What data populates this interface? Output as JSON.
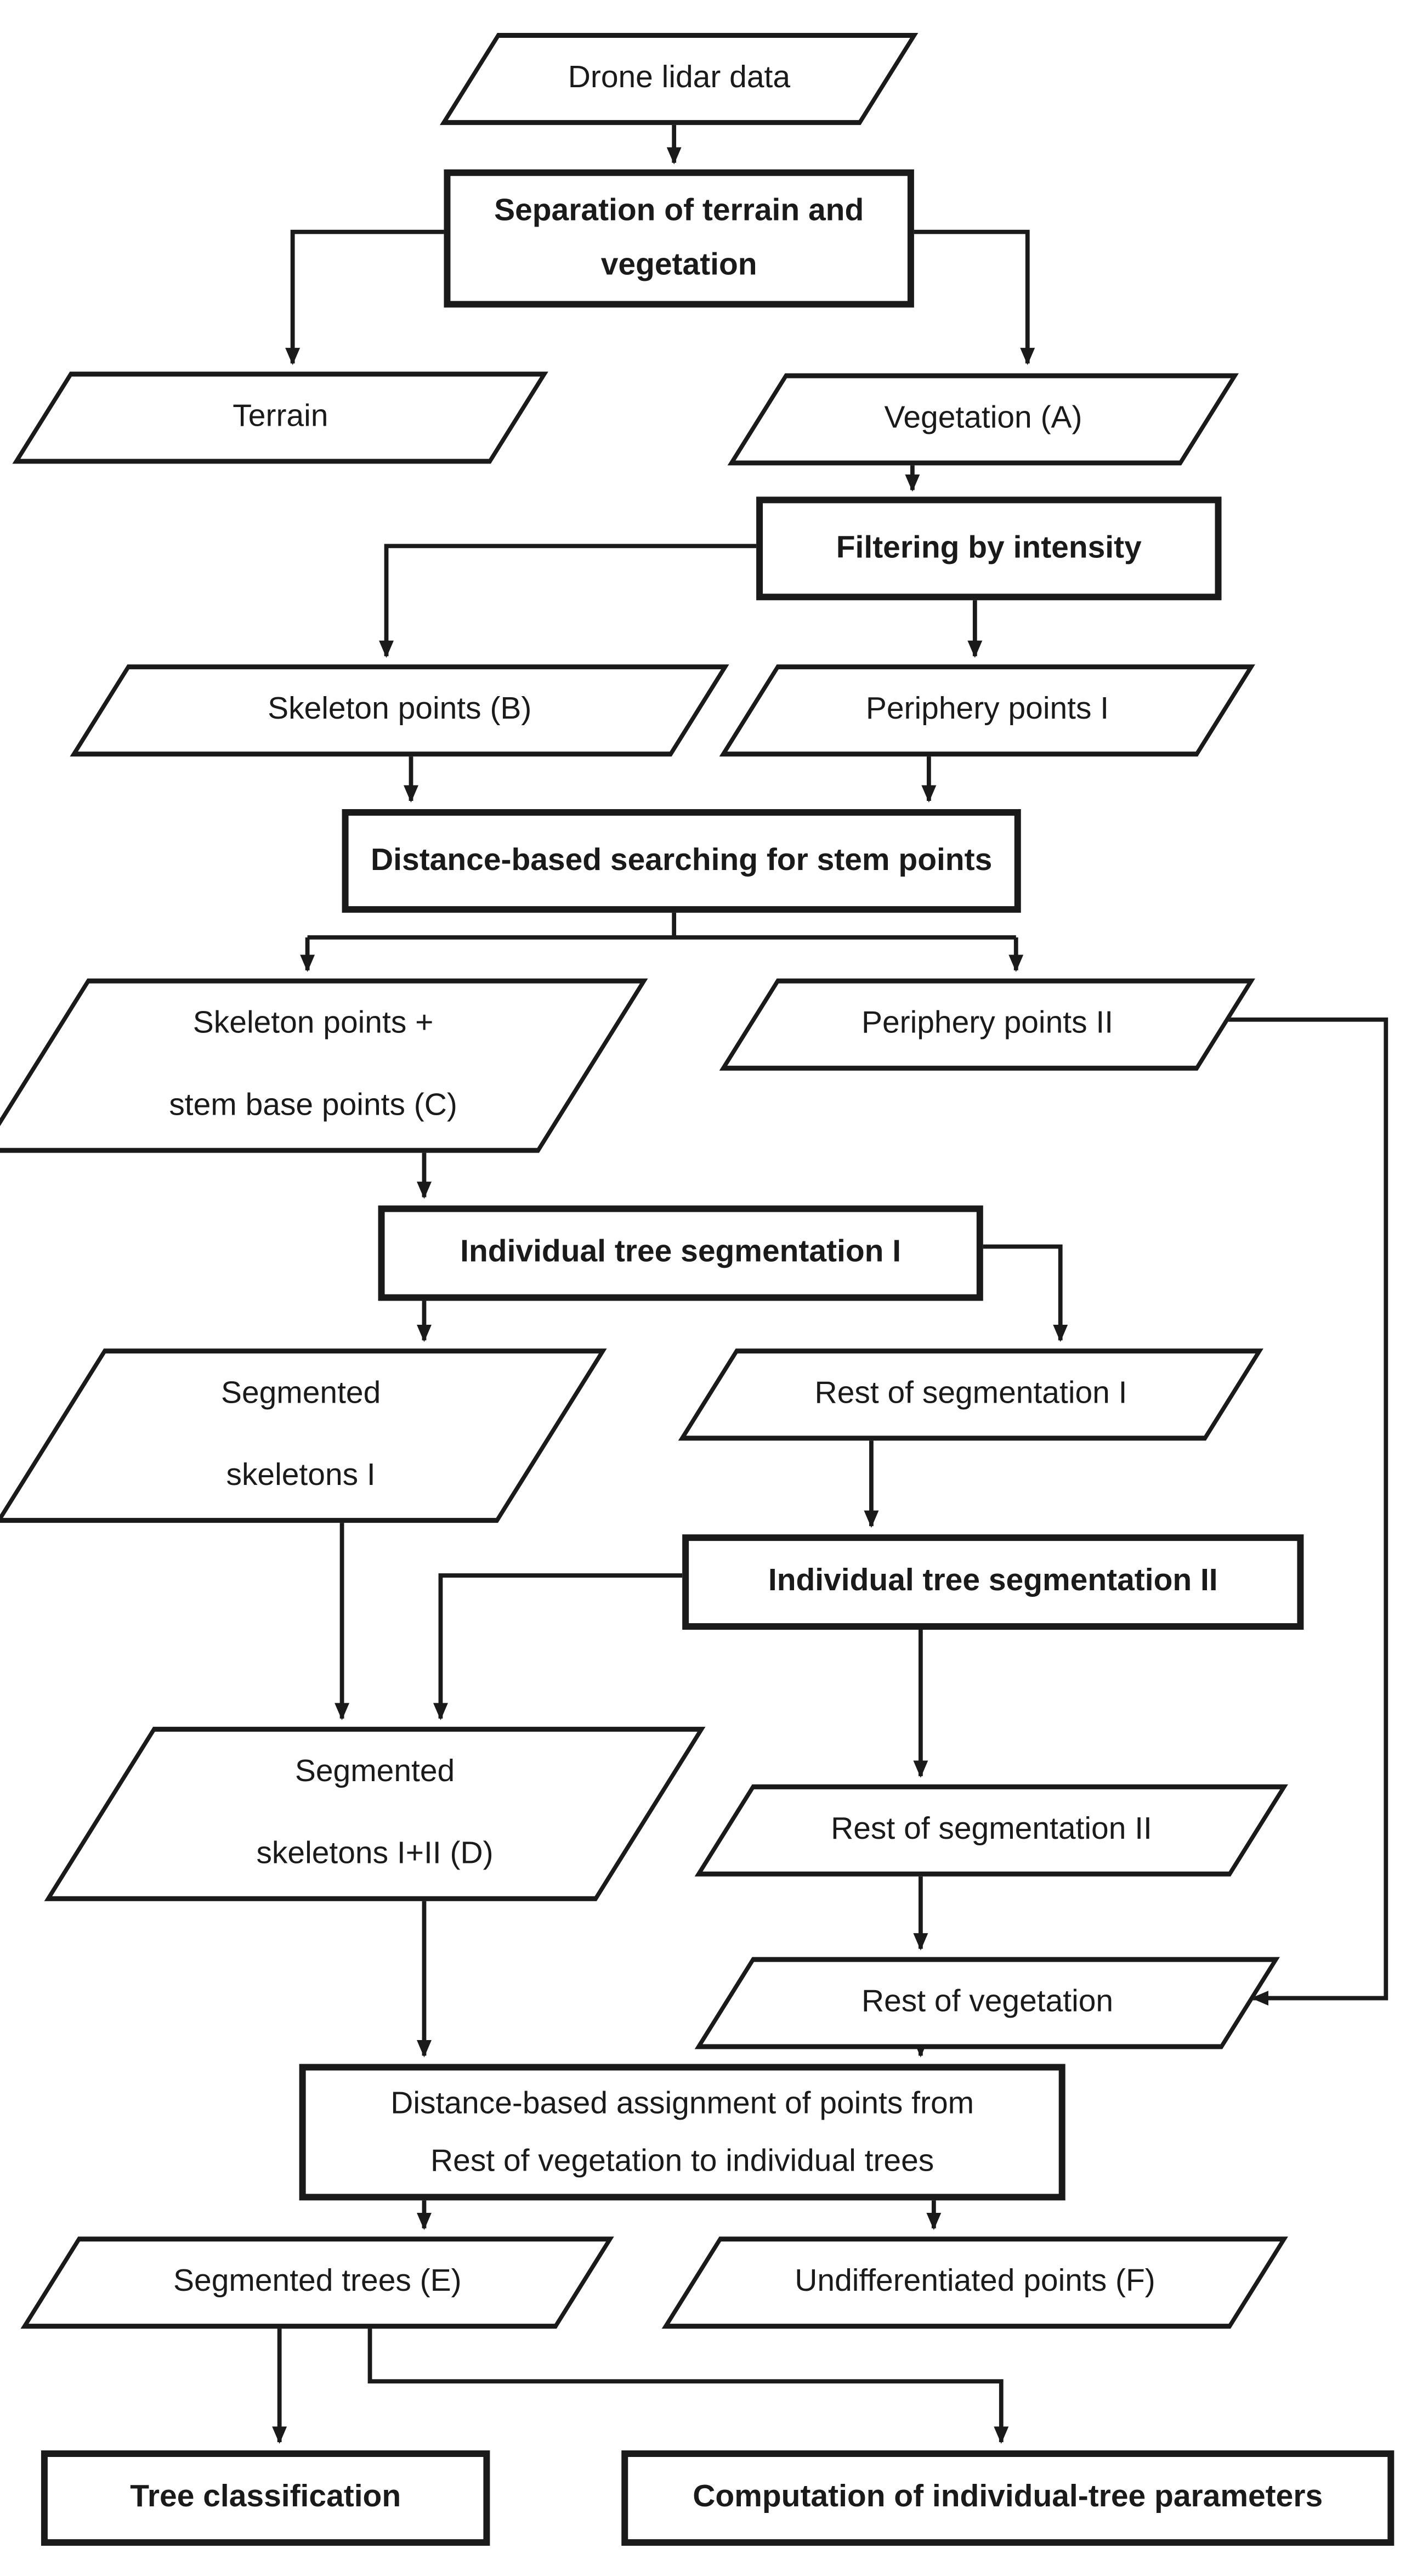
{
  "diagram": {
    "type": "flowchart",
    "colors": {
      "stroke": "#1a1a1a",
      "shape_fill": "#ffffff",
      "background": "#ffffff"
    },
    "nodes": {
      "drone_lidar": {
        "shape": "parallelogram",
        "lines": [
          "Drone lidar data"
        ]
      },
      "separation": {
        "shape": "process",
        "bold": true,
        "lines": [
          "Separation of terrain and",
          "vegetation"
        ]
      },
      "terrain": {
        "shape": "parallelogram",
        "lines": [
          "Terrain"
        ]
      },
      "vegetation": {
        "shape": "parallelogram",
        "lines": [
          "Vegetation (A)"
        ]
      },
      "filtering": {
        "shape": "process",
        "bold": true,
        "lines": [
          "Filtering by intensity"
        ]
      },
      "skeleton_points": {
        "shape": "parallelogram",
        "lines": [
          "Skeleton points (B)"
        ]
      },
      "periphery1": {
        "shape": "parallelogram",
        "lines": [
          "Periphery points I"
        ]
      },
      "distance_search": {
        "shape": "process",
        "bold": true,
        "lines": [
          "Distance-based searching for stem points"
        ]
      },
      "skeleton_stem": {
        "shape": "parallelogram",
        "lines": [
          "Skeleton points +",
          "stem base points (C)"
        ]
      },
      "periphery2": {
        "shape": "parallelogram",
        "lines": [
          "Periphery points II"
        ]
      },
      "tree_seg1": {
        "shape": "process",
        "bold": true,
        "lines": [
          "Individual tree segmentation I"
        ]
      },
      "segmented_skeletons1": {
        "shape": "parallelogram",
        "lines": [
          "Segmented",
          "skeletons I"
        ]
      },
      "rest_seg1": {
        "shape": "parallelogram",
        "lines": [
          "Rest of segmentation I"
        ]
      },
      "tree_seg2": {
        "shape": "process",
        "bold": true,
        "lines": [
          "Individual tree segmentation II"
        ]
      },
      "segmented_skeletons12": {
        "shape": "parallelogram",
        "lines": [
          "Segmented",
          "skeletons I+II (D)"
        ]
      },
      "rest_seg2": {
        "shape": "parallelogram",
        "lines": [
          "Rest of segmentation II"
        ]
      },
      "rest_veg": {
        "shape": "parallelogram",
        "lines": [
          "Rest of vegetation"
        ]
      },
      "assignment": {
        "shape": "process",
        "bold": false,
        "lines": [
          "Distance-based assignment of points from",
          "Rest of vegetation to individual trees"
        ]
      },
      "segmented_trees": {
        "shape": "parallelogram",
        "lines": [
          "Segmented trees (E)"
        ]
      },
      "undiff_points": {
        "shape": "parallelogram",
        "lines": [
          "Undifferentiated points (F)"
        ]
      },
      "tree_class": {
        "shape": "process",
        "bold": true,
        "lines": [
          "Tree classification"
        ]
      },
      "computation": {
        "shape": "process",
        "bold": true,
        "lines": [
          "Computation of individual-tree parameters"
        ]
      }
    },
    "edges": [
      [
        "drone_lidar",
        "separation"
      ],
      [
        "separation",
        "terrain"
      ],
      [
        "separation",
        "vegetation"
      ],
      [
        "vegetation",
        "filtering"
      ],
      [
        "filtering",
        "skeleton_points"
      ],
      [
        "filtering",
        "periphery1"
      ],
      [
        "skeleton_points",
        "distance_search"
      ],
      [
        "periphery1",
        "distance_search"
      ],
      [
        "distance_search",
        "skeleton_stem"
      ],
      [
        "distance_search",
        "periphery2"
      ],
      [
        "skeleton_stem",
        "tree_seg1"
      ],
      [
        "tree_seg1",
        "segmented_skeletons1"
      ],
      [
        "tree_seg1",
        "rest_seg1"
      ],
      [
        "rest_seg1",
        "tree_seg2"
      ],
      [
        "tree_seg2",
        "segmented_skeletons12"
      ],
      [
        "segmented_skeletons1",
        "segmented_skeletons12"
      ],
      [
        "tree_seg2",
        "rest_seg2"
      ],
      [
        "rest_seg2",
        "rest_veg"
      ],
      [
        "periphery2",
        "rest_veg"
      ],
      [
        "segmented_skeletons12",
        "assignment"
      ],
      [
        "rest_veg",
        "assignment"
      ],
      [
        "assignment",
        "segmented_trees"
      ],
      [
        "assignment",
        "undiff_points"
      ],
      [
        "segmented_trees",
        "tree_class"
      ],
      [
        "segmented_trees",
        "computation"
      ]
    ]
  }
}
